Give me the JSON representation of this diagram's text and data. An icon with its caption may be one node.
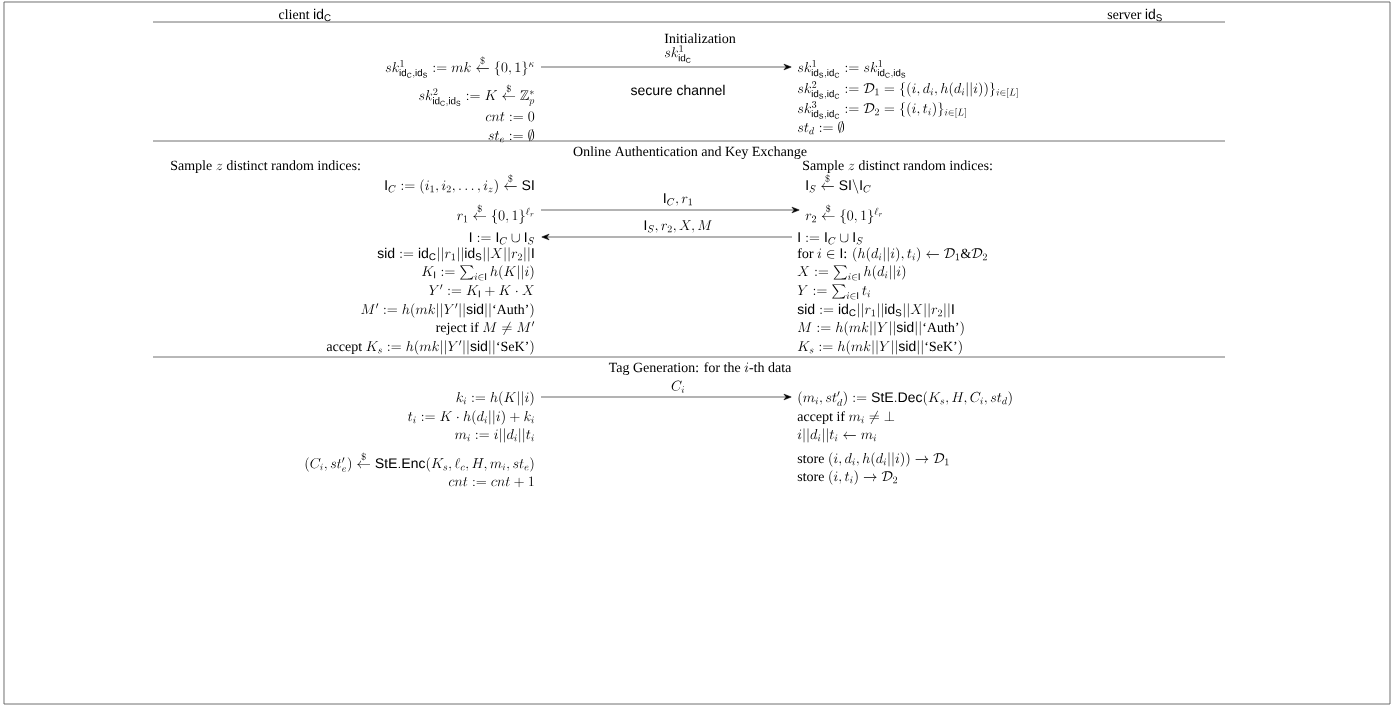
{
  "diagram": {
    "nodes": [
      {
        "text": [
          "sk^1_{\\mathsf{id}_\\mathsf{C},\\mathsf{id}_\\mathsf{S}} := mk \\stackrel{\\$}{\\leftarrow} \\{0,1\\}^\\kappa",
          "sk^2_{\\mathsf{id}_\\mathsf{C},\\mathsf{id}_\\mathsf{S}} := K \\stackrel{\\$}{\\leftarrow} \\mathbb{Z}_p^*",
          "cnt := 0",
          "st_e := \\emptyset"
        ]
      },
      {
        "text": [
          "sk^1_{\\mathsf{id}_\\mathsf{S},\\mathsf{id}_\\mathsf{C}} := sk^1_{\\mathsf{id}_\\mathsf{C},\\mathsf{id}_\\mathsf{S}}",
          "sk^2_{\\mathsf{id}_\\mathsf{S},\\mathsf{id}_\\mathsf{C}} := \\mathcal{D}_1 = \\{(i,d_i,h(d_i||i))\\}_{i\\in[L]}",
          "sk^3_{\\mathsf{id}_\\mathsf{S},\\mathsf{id}_\\mathsf{C}} := \\mathcal{D}_2 = \\{(i,t_i)\\}_{i\\in[L]}",
          "st_d := \\emptyset"
        ]
      },
      {
        "text": [
          "\\mathsf{I}_C := (i_1,i_2,\\ldots,i_z) \\stackrel{\\$}{\\leftarrow} \\mathsf{SI}",
          "r_1 \\stackrel{\\$}{\\leftarrow} \\{0,1\\}^{\\ell_r}"
        ]
      },
      {
        "text": [
          "\\mathsf{I}_S \\stackrel{\\$}{\\leftarrow} \\mathsf{SI}\\backslash\\mathsf{I}_C",
          "r_2 \\stackrel{\\$}{\\leftarrow} \\{0,1\\}^{\\ell_r}"
        ]
      },
      {
        "text": [
          "\\mathsf{I} := \\mathsf{I}_C \\cup \\mathsf{I}_S",
          "\\mathsf{sid} := \\mathsf{id}_\\mathsf{C}||r_1||\\mathsf{id}_\\mathsf{S}||X||r_2||\\mathsf{I}",
          "K_\\mathsf{I} := \\sum_{i\\in\\mathsf{I}} h(K||i)",
          "Y' := K_\\mathsf{I} + K\\cdot X",
          "M' := h(mk||Y'||\\mathsf{sid}||\\text{`Auth'})",
          "\\text{reject if } M \\neq M'",
          "\\text{accept } K_s := h(mk||Y'||\\mathsf{sid}||\\text{`SeK'})"
        ]
      },
      {
        "text": [
          "\\mathsf{I} := \\mathsf{I}_C \\cup \\mathsf{I}_S",
          "\\text{for } i \\in \\mathsf{I}\\text{: } (h(d_i||i),t_i) \\leftarrow \\mathcal{D}_1\\&\\mathcal{D}_2",
          "X := \\sum_{i\\in\\mathsf{I}} h(d_i||i)",
          "Y := \\sum_{i\\in\\mathsf{I}} t_i",
          "\\mathsf{sid} := \\mathsf{id}_\\mathsf{C}||r_1||\\mathsf{id}_\\mathsf{S}||X||r_2||\\mathsf{I}",
          "M := h(mk||Y||\\mathsf{sid}||\\text{`Auth'})",
          "K_s := h(mk||Y||\\mathsf{sid}||\\text{`SeK'})"
        ]
      },
      {
        "text": [
          "k_i := h(K||i)",
          "t_i := K\\cdot h(d_i||i) + k_i",
          "m_i := i||d_i||t_i",
          "(C_i, st'_e) \\stackrel{\\$}{\\leftarrow} \\mathsf{StE.Enc}(K_s,\\ell_c,H,m_i,st_e)",
          "cnt := cnt+1"
        ]
      },
      {
        "text": [
          "(m_i, st'_d) := \\mathsf{StE.Dec}(K_s,H,C_i,st_d)",
          "\\text{accept if } m_i \\neq \\bot",
          "i||d_i||t_i \\leftarrow m_i",
          "\\text{store } (i,d_i,h(d_i||i)) \\rightarrow \\mathcal{D}_1",
          "\\text{store } (i,t_i) \\rightarrow \\mathcal{D}_2"
        ]
      }
    ],
    "edges": [
      {
        "from": 0,
        "to": 1,
        "arrow": "to",
        "label": "sk^1_{\\mathsf{id}_\\mathsf{C}}"
      },
      {
        "from": 2,
        "to": 3,
        "arrow": "to",
        "label": "\\mathsf{I}_C, r_1"
      },
      {
        "from": 5,
        "to": 4,
        "arrow": "to",
        "label": "\\mathsf{I}_S, r_2, X, M"
      },
      {
        "from": 6,
        "to": 7,
        "arrow": "to",
        "label": "C_i"
      }
    ],
    "labels": [
      "\\text{client } \\mathsf{id}_\\mathsf{C}",
      "\\text{server } \\mathsf{id}_\\mathsf{S}",
      "Initialization",
      "secure channel",
      "Online Authentication and Key Exchange",
      "\\text{Sample } z \\text{ distinct random indices:}",
      "\\text{Sample } z \\text{ distinct random indices:}",
      "\\text{Tag Generation: for the } i\\text{-th data}"
    ]
  }
}
